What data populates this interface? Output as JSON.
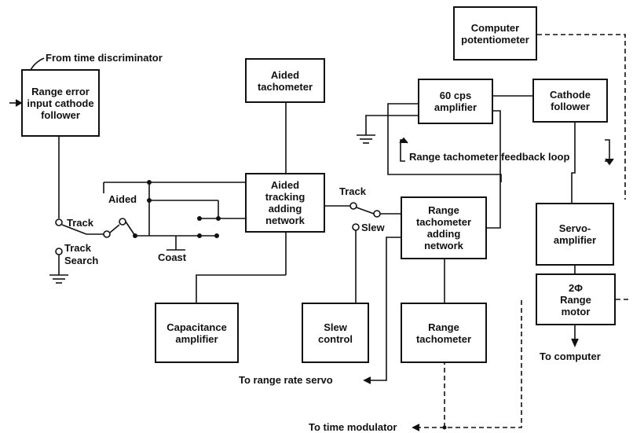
{
  "blocks": {
    "range_error": "Range error\ninput cathode\nfollower",
    "aided_tachometer": "Aided\ntachometer",
    "aided_tracking": "Aided\ntracking\nadding\nnetwork",
    "capacitance_amp": "Capacitance\namplifier",
    "slew_control": "Slew\ncontrol",
    "amp_60cps": "60 cps\namplifier",
    "cathode_follower": "Cathode\nfollower",
    "computer_pot": "Computer\npotentiometer",
    "range_tach_adding": "Range\ntachometer\nadding\nnetwork",
    "range_tachometer": "Range\ntachometer",
    "servo_amp": "Servo-\namplifier",
    "range_motor": "2Φ\nRange\nmotor"
  },
  "labels": {
    "from_time_discriminator": "From time discriminator",
    "aided": "Aided",
    "track_upper": "Track",
    "track_lower": "Track",
    "search": "Search",
    "coast": "Coast",
    "track_right": "Track",
    "slew": "Slew",
    "feedback_loop": "Range tachometer feedback loop",
    "to_range_rate_servo": "To range rate servo",
    "to_time_modulator": "To time modulator",
    "to_computer": "To computer"
  }
}
